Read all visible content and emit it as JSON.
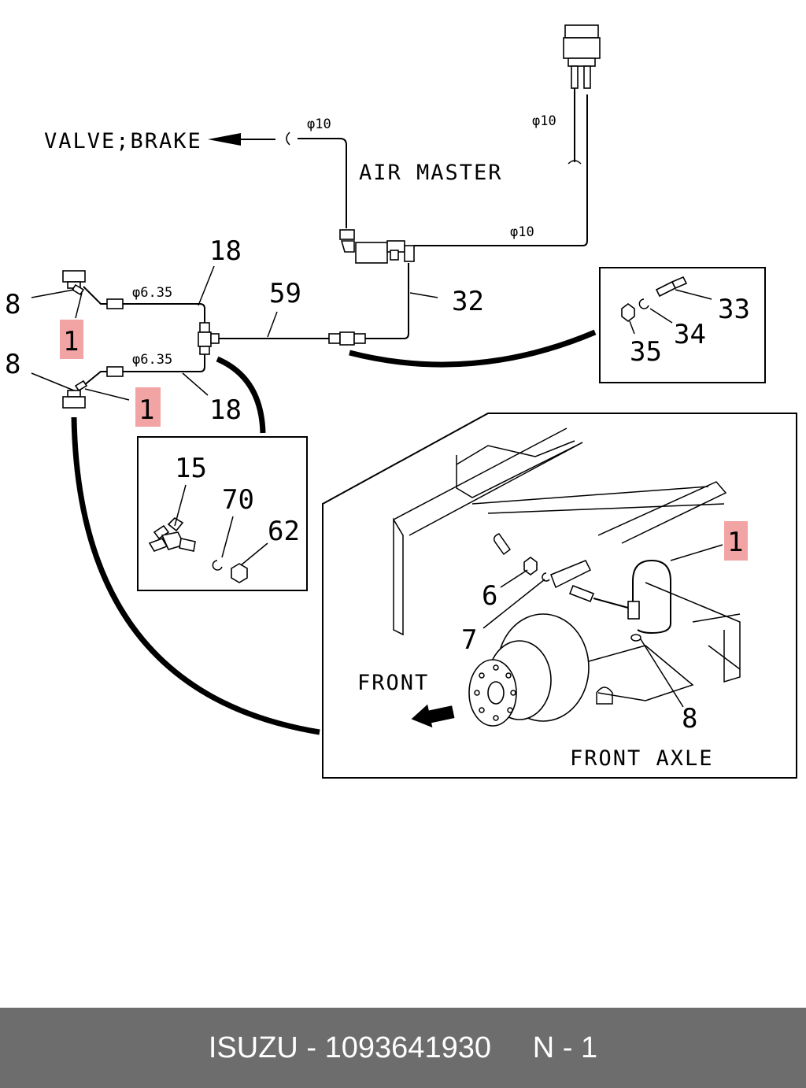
{
  "labels": {
    "valve_brake": "VALVE;BRAKE",
    "air_master": "AIR MASTER",
    "front": "FRONT",
    "front_axle": "FRONT AXLE",
    "dia10": "φ10",
    "dia635": "φ6.35"
  },
  "callouts": {
    "c1": "1",
    "c6": "6",
    "c7": "7",
    "c8": "8",
    "c15": "15",
    "c18": "18",
    "c32": "32",
    "c33": "33",
    "c34": "34",
    "c35": "35",
    "c59": "59",
    "c62": "62",
    "c70": "70"
  },
  "highlight_color": "#f2a3a3",
  "footer": {
    "brand": "ISUZU",
    "separator": "-",
    "part_number": "1093641930",
    "position": "N - 1",
    "background": "#6d6d6d"
  }
}
